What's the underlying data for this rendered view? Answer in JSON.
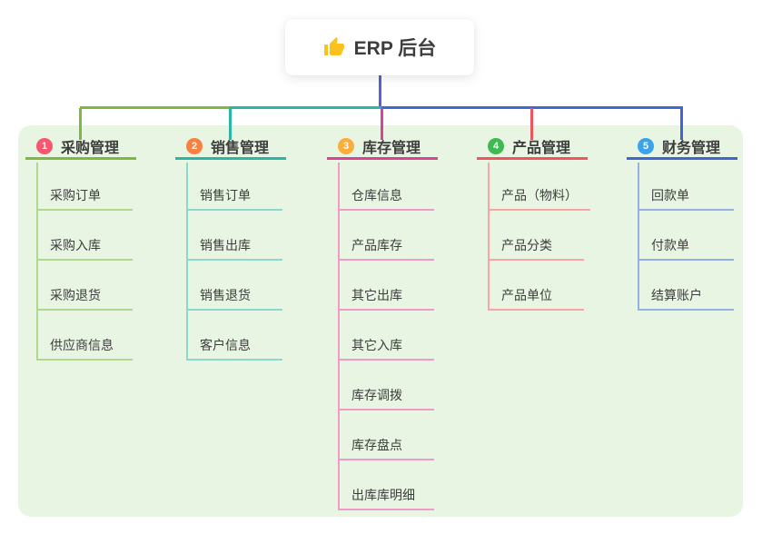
{
  "root": {
    "title": "ERP 后台",
    "icon": "thumbs-up-icon",
    "icon_color": "#fcc21b",
    "card_background": "#ffffff"
  },
  "canvas": {
    "page_background": "#ffffff",
    "panel_background": "#e8f5e3"
  },
  "connector": {
    "root_line_color": "#5464ce",
    "right_segment_color": "#4466d0"
  },
  "branches": [
    {
      "index": "1",
      "label": "采购管理",
      "badge_color": "#f6576f",
      "line_color": "#7cb93e",
      "light_color": "#b0d88c",
      "children": [
        "采购订单",
        "采购入库",
        "采购退货",
        "供应商信息"
      ]
    },
    {
      "index": "2",
      "label": "销售管理",
      "badge_color": "#f9813f",
      "line_color": "#29b6a8",
      "light_color": "#8ed7cc",
      "children": [
        "销售订单",
        "销售出库",
        "销售退货",
        "客户信息"
      ]
    },
    {
      "index": "3",
      "label": "库存管理",
      "badge_color": "#fbae3c",
      "line_color": "#d84396",
      "light_color": "#f19ac9",
      "children": [
        "仓库信息",
        "产品库存",
        "其它出库",
        "其它入库",
        "库存调拨",
        "库存盘点",
        "出库库明细"
      ]
    },
    {
      "index": "4",
      "label": "产品管理",
      "badge_color": "#3eba52",
      "line_color": "#f2545e",
      "light_color": "#f8a3a6",
      "children": [
        "产品（物料）",
        "产品分类",
        "产品单位"
      ]
    },
    {
      "index": "5",
      "label": "财务管理",
      "badge_color": "#3aa3e9",
      "line_color": "#3f66d0",
      "light_color": "#94afe4",
      "children": [
        "回款单",
        "付款单",
        "结算账户"
      ]
    }
  ]
}
